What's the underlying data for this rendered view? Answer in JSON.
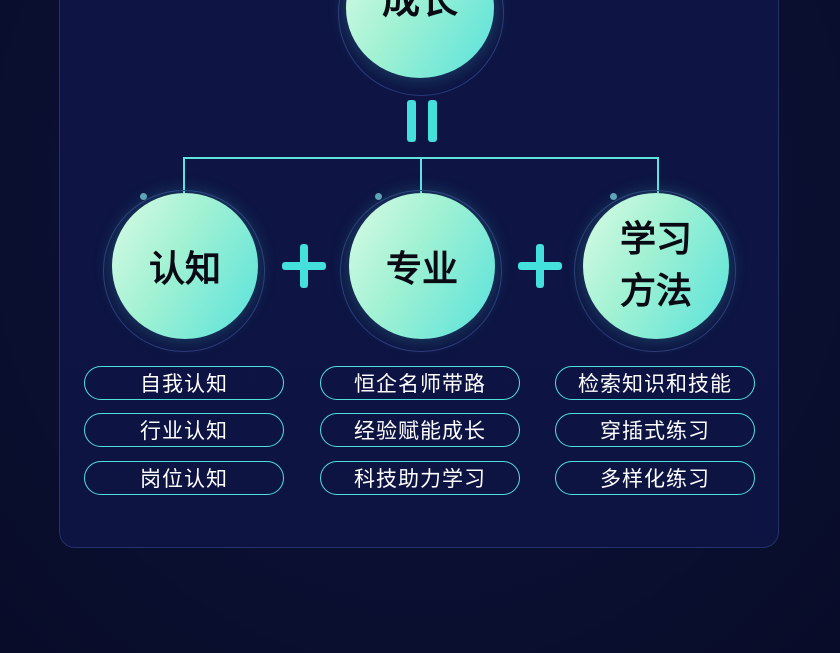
{
  "top_node": {
    "label": "成长"
  },
  "nodes": [
    {
      "label": "认知"
    },
    {
      "label": "专业"
    },
    {
      "label_line1": "学习",
      "label_line2": "方法"
    }
  ],
  "columns": [
    {
      "items": [
        "自我认知",
        "行业认知",
        "岗位认知"
      ]
    },
    {
      "items": [
        "恒企名师带路",
        "经验赋能成长",
        "科技助力学习"
      ]
    },
    {
      "items": [
        "检索知识和技能",
        "穿插式练习",
        "多样化练习"
      ]
    }
  ],
  "colors": {
    "background": "#0b1033",
    "accent": "#43e0dc",
    "circle_gradient_start": "#d9fbe4",
    "circle_gradient_end": "#58e2dc"
  }
}
